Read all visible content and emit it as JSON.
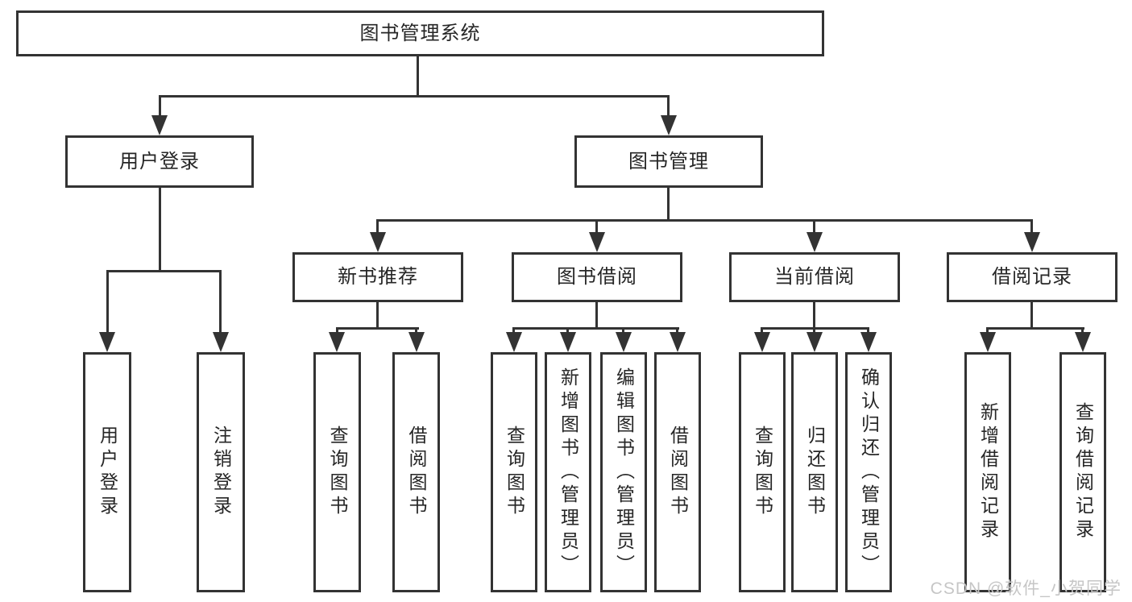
{
  "title": "图书管理系统",
  "watermark": "CSDN @软件_小贺同学",
  "colors": {
    "line": "#333333",
    "text": "#262626",
    "box_bg": "#ffffff",
    "page_bg": "#ffffff",
    "watermark": "#c6c6c6"
  },
  "tree": {
    "root": {
      "label": "图书管理系统"
    },
    "level2": [
      {
        "label": "用户登录",
        "children": [
          "用户登录",
          "注销登录"
        ]
      },
      {
        "label": "图书管理",
        "groups": [
          {
            "label": "新书推荐",
            "children": [
              "查询图书",
              "借阅图书"
            ]
          },
          {
            "label": "图书借阅",
            "children": [
              "查询图书",
              "新增图书（管理员）",
              "编辑图书（管理员）",
              "借阅图书"
            ]
          },
          {
            "label": "当前借阅",
            "children": [
              "查询图书",
              "归还图书",
              "确认归还（管理员）"
            ]
          },
          {
            "label": "借阅记录",
            "children": [
              "新增借阅记录",
              "查询借阅记录"
            ]
          }
        ]
      }
    ]
  }
}
